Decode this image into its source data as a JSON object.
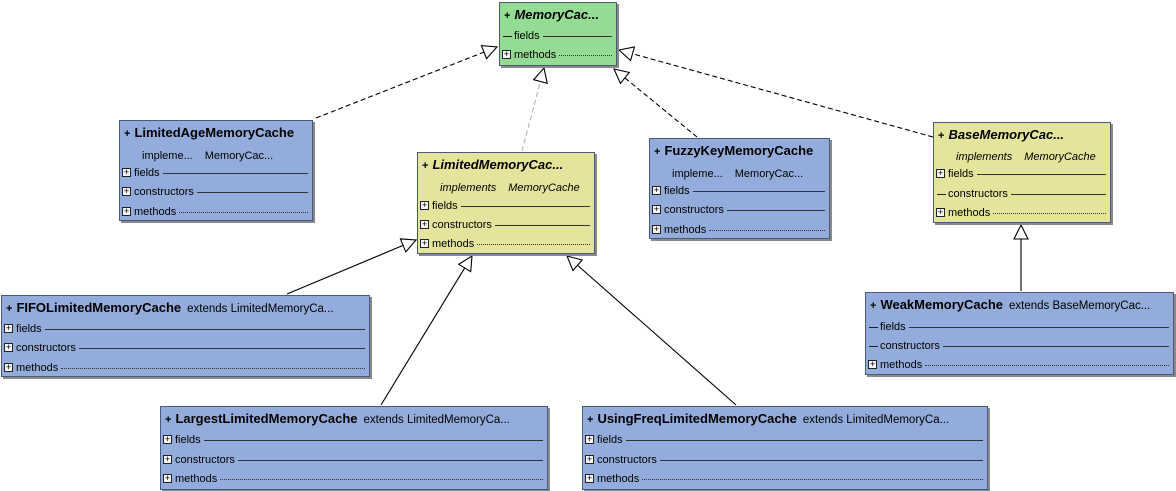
{
  "diagram": {
    "classes": [
      {
        "id": "memorycache",
        "name": "MemoryCac...",
        "abstract": true,
        "color": "green",
        "rows": [
          {
            "label": "fields",
            "expander": false,
            "line": "solid"
          },
          {
            "label": "methods",
            "expander": true,
            "line": "dotted"
          }
        ]
      },
      {
        "id": "limitedage",
        "name": "LimitedAgeMemoryCache",
        "abstract": false,
        "color": "blue",
        "implements": {
          "keyword": "impleme...",
          "target": "MemoryCac..."
        },
        "rows": [
          {
            "label": "fields",
            "expander": true,
            "line": "solid"
          },
          {
            "label": "constructors",
            "expander": true,
            "line": "solid"
          },
          {
            "label": "methods",
            "expander": true,
            "line": "dotted"
          }
        ]
      },
      {
        "id": "limitedmemory",
        "name": "LimitedMemoryCac...",
        "abstract": true,
        "color": "yellow",
        "implements": {
          "keyword": "implements",
          "target": "MemoryCache"
        },
        "rows": [
          {
            "label": "fields",
            "expander": true,
            "line": "solid"
          },
          {
            "label": "constructors",
            "expander": true,
            "line": "solid"
          },
          {
            "label": "methods",
            "expander": true,
            "line": "dotted"
          }
        ]
      },
      {
        "id": "fuzzykey",
        "name": "FuzzyKeyMemoryCache",
        "abstract": false,
        "color": "blue",
        "implements": {
          "keyword": "impleme...",
          "target": "MemoryCac..."
        },
        "rows": [
          {
            "label": "fields",
            "expander": true,
            "line": "solid"
          },
          {
            "label": "constructors",
            "expander": true,
            "line": "solid"
          },
          {
            "label": "methods",
            "expander": true,
            "line": "dotted"
          }
        ]
      },
      {
        "id": "basememory",
        "name": "BaseMemoryCac...",
        "abstract": true,
        "color": "yellow",
        "implements": {
          "keyword": "implements",
          "target": "MemoryCache"
        },
        "rows": [
          {
            "label": "fields",
            "expander": true,
            "line": "solid"
          },
          {
            "label": "constructors",
            "expander": false,
            "line": "solid"
          },
          {
            "label": "methods",
            "expander": true,
            "line": "dotted"
          }
        ]
      },
      {
        "id": "fifo",
        "name": "FIFOLimitedMemoryCache",
        "abstract": false,
        "color": "blue",
        "extends": {
          "keyword": "extends",
          "target": "LimitedMemoryCa..."
        },
        "rows": [
          {
            "label": "fields",
            "expander": true,
            "line": "solid"
          },
          {
            "label": "constructors",
            "expander": true,
            "line": "solid"
          },
          {
            "label": "methods",
            "expander": true,
            "line": "dotted"
          }
        ]
      },
      {
        "id": "weak",
        "name": "WeakMemoryCache",
        "abstract": false,
        "color": "blue",
        "extends": {
          "keyword": "extends",
          "target": "BaseMemoryCac..."
        },
        "rows": [
          {
            "label": "fields",
            "expander": false,
            "line": "solid"
          },
          {
            "label": "constructors",
            "expander": false,
            "line": "solid"
          },
          {
            "label": "methods",
            "expander": true,
            "line": "dotted"
          }
        ]
      },
      {
        "id": "largest",
        "name": "LargestLimitedMemoryCache",
        "abstract": false,
        "color": "blue",
        "extends": {
          "keyword": "extends",
          "target": "LimitedMemoryCa..."
        },
        "rows": [
          {
            "label": "fields",
            "expander": true,
            "line": "solid"
          },
          {
            "label": "constructors",
            "expander": true,
            "line": "solid"
          },
          {
            "label": "methods",
            "expander": true,
            "line": "dotted"
          }
        ]
      },
      {
        "id": "usingfreq",
        "name": "UsingFreqLimitedMemoryCache",
        "abstract": false,
        "color": "blue",
        "extends": {
          "keyword": "extends",
          "target": "LimitedMemoryCa..."
        },
        "rows": [
          {
            "label": "fields",
            "expander": true,
            "line": "solid"
          },
          {
            "label": "constructors",
            "expander": true,
            "line": "solid"
          },
          {
            "label": "methods",
            "expander": true,
            "line": "dotted"
          }
        ]
      }
    ],
    "relations": [
      {
        "from": "limitedage",
        "to": "memorycache",
        "kind": "realization"
      },
      {
        "from": "limitedmemory",
        "to": "memorycache",
        "kind": "realization",
        "faded": true
      },
      {
        "from": "fuzzykey",
        "to": "memorycache",
        "kind": "realization"
      },
      {
        "from": "basememory",
        "to": "memorycache",
        "kind": "realization"
      },
      {
        "from": "fifo",
        "to": "limitedmemory",
        "kind": "generalization"
      },
      {
        "from": "largest",
        "to": "limitedmemory",
        "kind": "generalization"
      },
      {
        "from": "usingfreq",
        "to": "limitedmemory",
        "kind": "generalization"
      },
      {
        "from": "weak",
        "to": "basememory",
        "kind": "generalization"
      }
    ],
    "colors": {
      "blue": "#94acdc",
      "yellow": "#e4e49c",
      "green": "#94dc94",
      "line": "#000000",
      "faded_line": "#b4b4b4"
    }
  }
}
